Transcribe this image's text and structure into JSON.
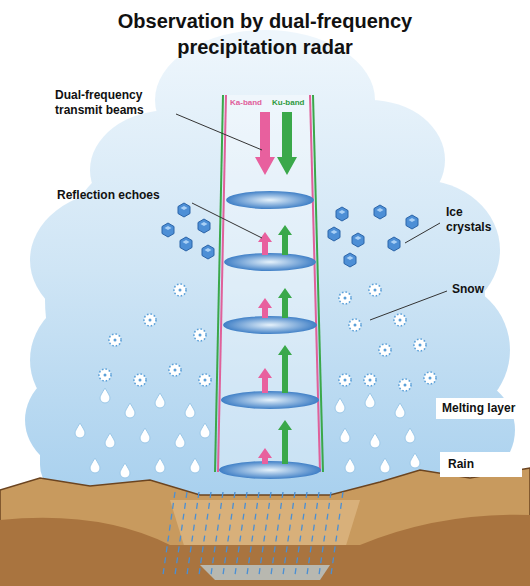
{
  "diagram": {
    "title": "Observation by dual-frequency precipitation radar",
    "labels": [
      "Dual-frequency transmit beams",
      "Reflection echoes",
      "Ice crystals",
      "Snow",
      "Melting layer",
      "Rain",
      "Ka-band",
      "Ku-band"
    ]
  }
}
